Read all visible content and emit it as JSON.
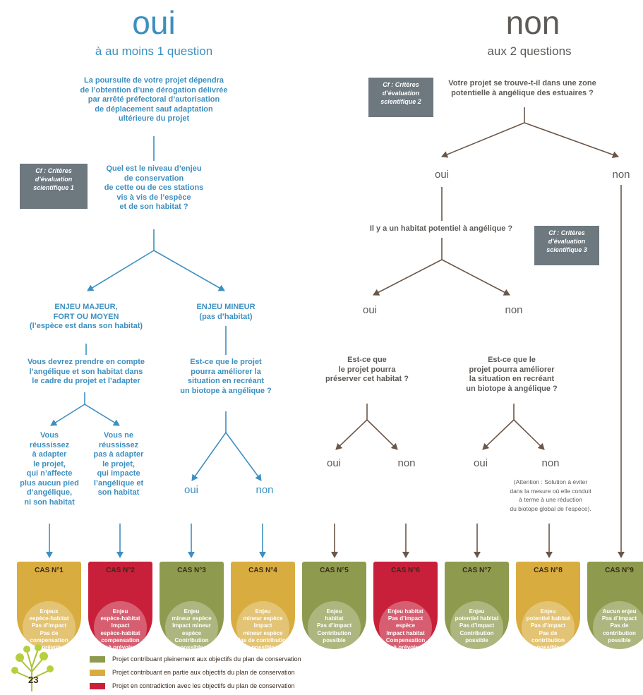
{
  "header": {
    "oui_title": "oui",
    "oui_subtitle": "à au moins 1 question",
    "non_title": "non",
    "non_subtitle": "aux 2 questions"
  },
  "left": {
    "intro": "La poursuite de votre projet dépendra\nde l’obtention d’une dérogation délivrée\npar arrêté préfectoral d’autorisation\nde déplacement sauf adaptation\nultérieure du projet",
    "question": "Quel est le niveau d’enjeu\nde conservation\nde cette ou de ces stations\nvis à vis de l’espèce\net de son habitat ?",
    "criteria_box": "Cf : Critères\nd’évaluation\nscientifique 1",
    "enjeu_majeur": "ENJEU MAJEUR,\nFORT OU MOYEN\n(l’espèce est dans son habitat)",
    "enjeu_mineur": "ENJEU MINEUR\n(pas d’habitat)",
    "prendre_compte": "Vous devrez prendre en compte\nl’angélique et son habitat dans\nle cadre du projet et l’adapter",
    "ameliorer": "Est-ce que le projet\npourra améliorer la\nsituation en recréant\nun biotope à angélique ?",
    "reussissez": "Vous\nréussissez\nà adapter\nle projet,\nqui n’affecte\nplus aucun pied\nd’angélique,\nni son habitat",
    "ne_reussissez": "Vous ne\nréussissez\npas à adapter\nle projet,\nqui impacte\nl’angélique et\nson habitat",
    "oui": "oui",
    "non": "non"
  },
  "right": {
    "question": "Votre projet se trouve-t-il dans une zone\npotentielle à angélique des estuaires ?",
    "criteria_box_2": "Cf : Critères\nd’évaluation\nscientifique 2",
    "oui": "oui",
    "non": "non",
    "habitat_question": "Il y a un habitat potentiel à angélique ?",
    "criteria_box_3": "Cf : Critères\nd’évaluation\nscientifique 3",
    "oui2": "oui",
    "non2": "non",
    "preserver": "Est-ce que\nle projet pourra\npréserver cet habitat ?",
    "ameliorer": "Est-ce que le\nprojet pourra améliorer\nla situation en recréant\nun biotope à angélique ?",
    "oui3": "oui",
    "non3": "non",
    "oui4": "oui",
    "non4": "non",
    "attention": "(Attention : Solution à éviter\ndans la mesure où elle conduit\nà terme à une réduction\ndu biotope global de l’espèce)."
  },
  "cases": [
    {
      "label": "CAS N°1",
      "text": "Enjeux\nespèce-habitat\nPas d’impact\nPas de\ncompensation\nà prévoir",
      "color": "#d9ac3f"
    },
    {
      "label": "CAS N°2",
      "text": "Enjeu\nespèce-habitat\nImpact\nespèce-habitat\ncompensation\nà prévoir",
      "color": "#c8203a"
    },
    {
      "label": "CAS N°3",
      "text": "Enjeu\nmineur espèce\nImpact mineur\nespèce\nContribution\npossible",
      "color": "#8e9a4e"
    },
    {
      "label": "CAS N°4",
      "text": "Enjeu\nmineur espèce\nImpact\nmineur espèce\nPas de contribution\npossible",
      "color": "#d9ac3f"
    },
    {
      "label": "CAS N°5",
      "text": "Enjeu\nhabitat\nPas d’impact\nContribution\npossible",
      "color": "#8e9a4e"
    },
    {
      "label": "CAS N°6",
      "text": "Enjeu habitat\nPas d’impact\nespèce\nImpact habitat\nCompensation\nà prévoir",
      "color": "#c8203a"
    },
    {
      "label": "CAS N°7",
      "text": "Enjeu\npotentiel habitat\nPas d’impact\nContribution\npossible",
      "color": "#8e9a4e"
    },
    {
      "label": "CAS N°8",
      "text": "Enjeu\npotentiel habitat\nPas d’impact\nPas de\ncontribution\npossible",
      "color": "#d9ac3f"
    },
    {
      "label": "CAS N°9",
      "text": "Aucun enjeu\nPas d’impact\nPas de\ncontribution\npossible",
      "color": "#8e9a4e"
    }
  ],
  "legend": [
    {
      "text": "Projet contribuant pleinement aux objectifs du plan de conservation",
      "color": "#8e9a4e"
    },
    {
      "text": "Projet contribuant en partie aux objectifs du plan de conservation",
      "color": "#d9ac3f"
    },
    {
      "text": "Projet en contradiction avec les objectifs du plan de conservation",
      "color": "#c8203a"
    }
  ],
  "page_number": "23",
  "colors": {
    "blue": "#3d8fc0",
    "brown": "#5d5a57",
    "box": "#6d787f",
    "green": "#8e9a4e",
    "yellow": "#d9ac3f",
    "red": "#c8203a"
  }
}
